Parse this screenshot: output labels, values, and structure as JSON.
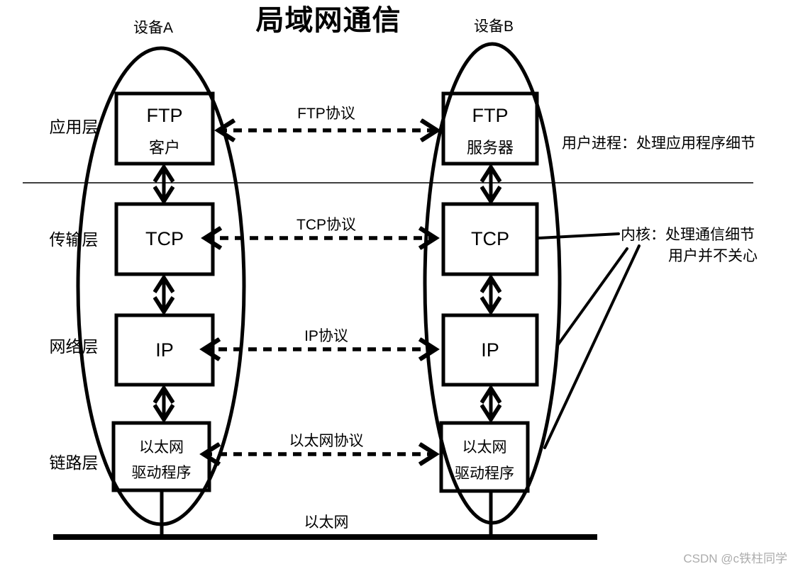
{
  "page": {
    "title": "局域网通信",
    "watermark": "CSDN @c铁柱同学"
  },
  "device_a": {
    "label": "设备A",
    "app_box": {
      "line1": "FTP",
      "line2": "客户"
    },
    "tcp_box": "TCP",
    "ip_box": "IP",
    "link_box": {
      "line1": "以太网",
      "line2": "驱动程序"
    }
  },
  "device_b": {
    "label": "设备B",
    "app_box": {
      "line1": "FTP",
      "line2": "服务器"
    },
    "tcp_box": "TCP",
    "ip_box": "IP",
    "link_box": {
      "line1": "以太网",
      "line2": "驱动程序"
    }
  },
  "layers": {
    "application": "应用层",
    "transport": "传输层",
    "network": "网络层",
    "link": "链路层"
  },
  "protocols": {
    "ftp": "FTP协议",
    "tcp": "TCP协议",
    "ip": "IP协议",
    "ethernet": "以太网协议"
  },
  "ethernet_medium": "以太网",
  "annotations": {
    "user_process": "用户进程：处理应用程序细节",
    "kernel_line1": "内核：处理通信细节",
    "kernel_line2": "用户并不关心"
  },
  "colors": {
    "ink": "#000000",
    "watermark_gray": "#acacac"
  }
}
